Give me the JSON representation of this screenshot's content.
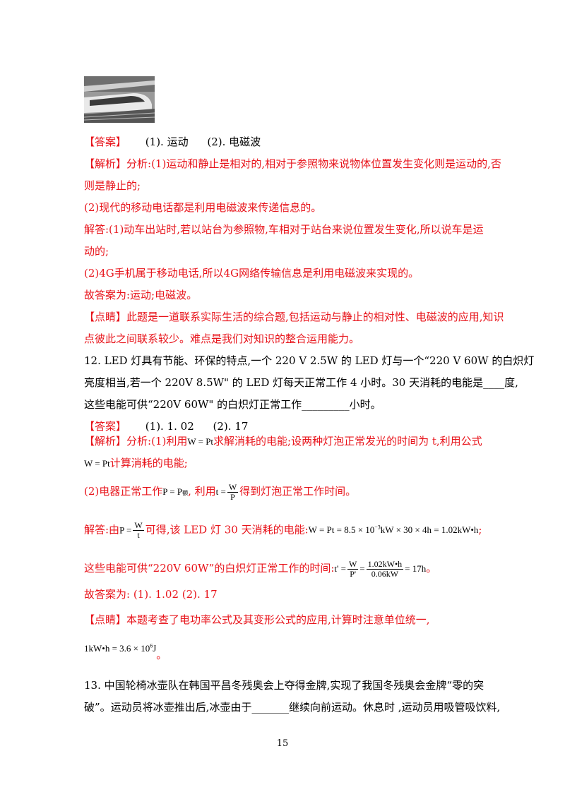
{
  "ans11": {
    "tag": "【答案】",
    "a1": "(1). 运动",
    "a2": "(2). 电磁波"
  },
  "exp11": {
    "tag": "【解析】",
    "l1": "分析:(1)运动和静止是相对的,相对于参照物来说物体位置发生变化则是运动的,否",
    "l2": "则是静止的;",
    "l3": "(2)现代的移动电话都是利用电磁波来传递信息的。",
    "l4": "解答:(1)动车出站时,若以站台为参照物,车相对于站台来说位置发生变化,所以说车是运",
    "l5": "动的;",
    "l6": "(2)4G手机属于移动电话,所以4G网络传输信息是利用电磁波来实现的。",
    "l7": "故答案为:运动;电磁波。"
  },
  "comment11": {
    "tag": "【点睛】",
    "l1": "此题是一道联系实际生活的综合题,包括运动与静止的相对性、电磁波的应用,知识",
    "l2": "点彼此之间联系较少。难点是我们对知识的整合运用能力。"
  },
  "q12": {
    "l1": "12. LED 灯具有节能、环保的特点,一个 220 V 2.5W 的 LED 灯与一个“220 V 60W 的白炽灯",
    "l2": "亮度相当,若一个 220V 8.5W\" 的 LED 灯每天正常工作 4 小时。30 天消耗的电能是____度,",
    "l3": "这些电能可供“220V 60W\" 的白炽灯正常工作_________小时。"
  },
  "ans12": {
    "tag": "【答案】",
    "a1": "(1). 1. 02",
    "a2": "(2). 17"
  },
  "exp12": {
    "tag": "【解析】",
    "l1a": "分析:(1)利用",
    "f_wpt": "W = Pt",
    "l1b": "求解消耗的电能;设两种灯泡正常发光的时间为 t,利用公式",
    "l2b": "计算消耗的电能;",
    "l3a": "(2)电器正常工作",
    "f_p": "P = P",
    "f_p_sub": "额",
    "l3b": ", 利用",
    "f_t": "t =",
    "fr_W": "W",
    "fr_P": "P",
    "l3c": "得到灯泡正常工作时间。",
    "l4a": "解答:由",
    "f_P": "P =",
    "fr_t": "t",
    "l4b": "可得,该 LED 灯 30 天消耗的电能:",
    "f_calc": "W = Pt = 8.5 × 10",
    "f_exp": "−3",
    "f_calc2": "kW × 30 × 4h = 1.02kW•h",
    "l4c": ";",
    "l5a": "这些电能可供“220V 60W”的白炽灯正常工作的时间:",
    "f_t2": "t' =",
    "fr_Pp": "P'",
    "fr_num2": "1.02kW•h",
    "fr_den2": "0.06kW",
    "f_res": "= 17h",
    "l5b": "。",
    "l6": "故答案为: (1). 1.02    (2). 17"
  },
  "comment12": {
    "tag": "【点睛】",
    "l1": "本题考查了电功率公式及其变形公式的应用,计算时注意单位统一,",
    "f1": "1kW•h = 3.6 × 10",
    "f1_exp": "6",
    "f1_unit": "J",
    "end": "。"
  },
  "q13": {
    "l1": "13. 中国轮椅冰壶队在韩国平昌冬残奥会上夺得金牌,实现了我国冬残奥会金牌“零的突",
    "l2": "破”。运动员将冰壶推出后,冰壶由于_______继续向前运动。休息时 ,运动员用吸管吸饮料,"
  },
  "page_number": "15"
}
